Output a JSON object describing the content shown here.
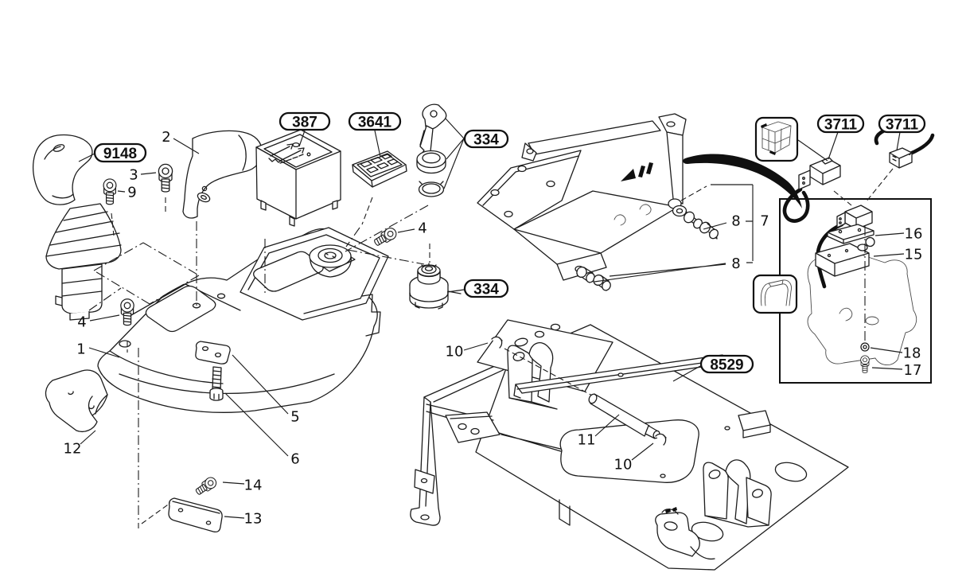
{
  "diagram": {
    "kind": "exploded-parts-diagram",
    "background": "#ffffff",
    "line_color": "#1c1c1c"
  },
  "callouts": {
    "joystick": "9148",
    "instrument_panel": "387",
    "switch_panel": "3641",
    "key_kit": "334",
    "ignition_switch": "334",
    "harness_left": "3711",
    "harness_right": "3711",
    "seat_frame": "8529"
  },
  "items": {
    "n1": "1",
    "n2": "2",
    "n3": "3",
    "n4a": "4",
    "n4b": "4",
    "n5": "5",
    "n6": "6",
    "n7": "7",
    "n8a": "8",
    "n8b": "8",
    "n9": "9",
    "n10a": "10",
    "n10b": "10",
    "n11": "11",
    "n12": "12",
    "n13": "13",
    "n14": "14",
    "n15": "15",
    "n16": "16",
    "n17": "17",
    "n18": "18"
  },
  "icons": {
    "cab_location": "excavator-cab-location-icon",
    "clip": "retainer-clip-icon",
    "direction_arrow": "mounting-direction-swoosh-arrow"
  }
}
